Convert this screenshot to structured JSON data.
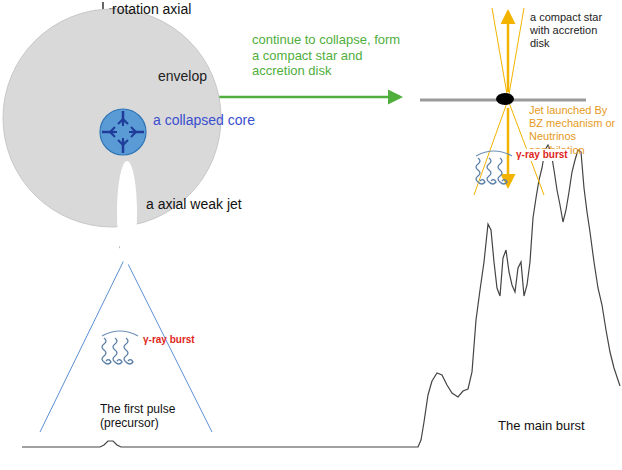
{
  "diagram": {
    "nodes": [
      {
        "text": [
          "envelop"
        ]
      },
      {
        "text": [
          "a collapsed core"
        ],
        "in": 0
      },
      {
        "text": [
          "a compact star with accretion disk"
        ]
      }
    ],
    "edges": [
      {
        "from": 1,
        "to": 2,
        "arrow": "to",
        "label": "continue to collapse, form a compact star and accretion disk"
      }
    ],
    "labels": [
      "rotation axial",
      "a axial weak jet",
      "γ-ray burst",
      "The first pulse (precursor)",
      "Jet launched By BZ mechanism or Neutrinos annihilation",
      "γ-ray burst",
      "The main burst"
    ]
  }
}
